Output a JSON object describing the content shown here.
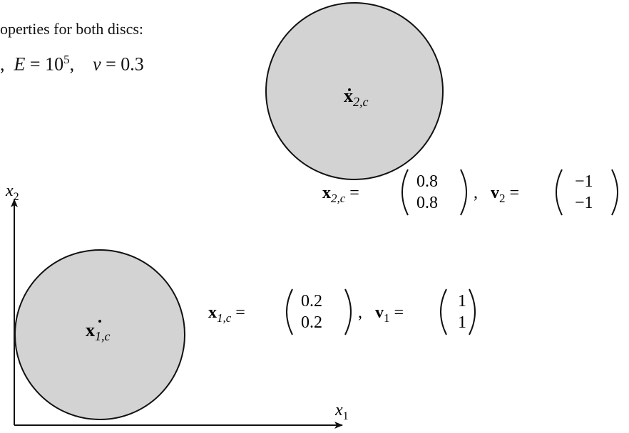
{
  "header": {
    "text": "operties for both discs:"
  },
  "properties": {
    "separator": ",",
    "E_label": "E",
    "E_eq": "=",
    "E_base": "10",
    "E_exp": "5",
    "nu_label": "ν",
    "nu_eq": "=",
    "nu_value": "0.3"
  },
  "axes": {
    "x1_var": "x",
    "x1_sub": "1",
    "x2_var": "x",
    "x2_sub": "2"
  },
  "disc1": {
    "center_bold": "x",
    "center_sub": "1,c",
    "pos_lhs_bold": "x",
    "pos_lhs_sub": "1,c",
    "pos": [
      "0.2",
      "0.2"
    ],
    "vel_lhs_bold": "v",
    "vel_lhs_sub": "1",
    "vel": [
      "1",
      "1"
    ],
    "fill": "#d3d3d3"
  },
  "disc2": {
    "center_bold": "x",
    "center_sub": "2,c",
    "pos_lhs_bold": "x",
    "pos_lhs_sub": "2,c",
    "pos": [
      "0.8",
      "0.8"
    ],
    "vel_lhs_bold": "v",
    "vel_lhs_sub": "2",
    "vel": [
      "−1",
      "−1"
    ],
    "fill": "#d3d3d3"
  },
  "symbols": {
    "eq": "=",
    "comma": ","
  }
}
